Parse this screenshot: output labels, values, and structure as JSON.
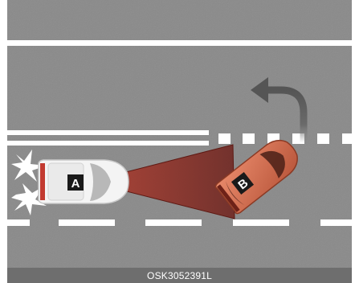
{
  "illustration": {
    "description_code": "OSK3052391L",
    "vehicle_a": {
      "label": "A",
      "color": "#f4f4f4"
    },
    "vehicle_b": {
      "label": "B",
      "color": "#d9714a"
    },
    "colors": {
      "asphalt": "#8a8a8a",
      "lane_marking": "#ffffff",
      "detection_zone": "#8e2b22",
      "warning_flash": "#ffffff",
      "turn_arrow": "#555555",
      "caption_bar": "#6e6e6e"
    },
    "icons": [
      "turn-left-arrow-icon",
      "hazard-flash-icon"
    ]
  }
}
